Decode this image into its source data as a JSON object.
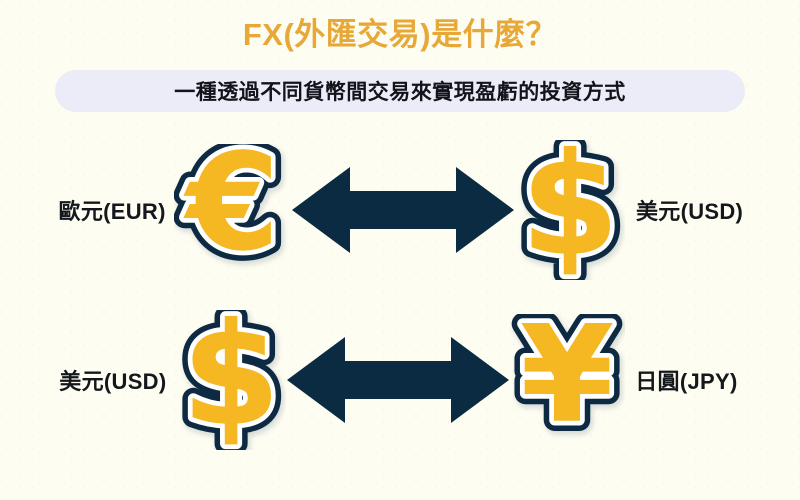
{
  "page": {
    "background_color": "#FDFDF2",
    "accent_gold": "#E8A838",
    "navy": "#0B2B42",
    "symbol_fill": "#F5B821",
    "pill_color": "#ECECF8"
  },
  "header": {
    "title": "FX(外匯交易)是什麼？",
    "subtitle": "一種透過不同貨幣間交易來實現盈虧的投資方式"
  },
  "pairs": [
    {
      "left_label": "歐元(EUR)",
      "left_symbol": "euro-symbol",
      "left_glyph": "€",
      "arrow": "double-headed-arrow",
      "right_symbol": "dollar-symbol",
      "right_glyph": "$",
      "right_label": "美元(USD)"
    },
    {
      "left_label": "美元(USD)",
      "left_symbol": "dollar-symbol",
      "left_glyph": "$",
      "arrow": "double-headed-arrow",
      "right_symbol": "yen-symbol",
      "right_glyph": "¥",
      "right_label": "日圓(JPY)"
    }
  ]
}
